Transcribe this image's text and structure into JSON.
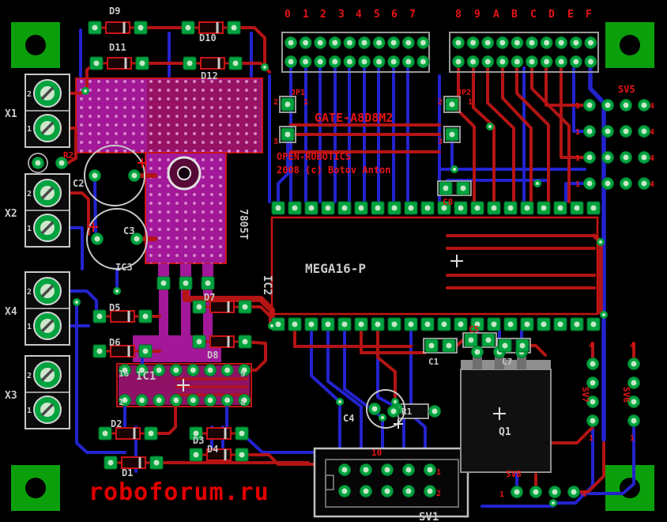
{
  "board": {
    "brand": "roboforum.ru",
    "credit1": "OPEN-ROBOTICS",
    "credit2": "2008 (c) Botov Anton",
    "gate": "GATE-A8D8M2"
  },
  "bus": {
    "low": [
      "0",
      "1",
      "2",
      "3",
      "4",
      "5",
      "6",
      "7"
    ],
    "high": [
      "8",
      "9",
      "A",
      "B",
      "C",
      "D",
      "E",
      "F"
    ]
  },
  "refs": {
    "d1": "D1",
    "d2": "D2",
    "d3": "D3",
    "d4": "D4",
    "d5": "D5",
    "d6": "D6",
    "d7": "D7",
    "d8": "D8",
    "d9": "D9",
    "d10": "D10",
    "d11": "D11",
    "d12": "D12",
    "x1": "X1",
    "x2": "X2",
    "x3": "X3",
    "x4": "X4",
    "c1": "C1",
    "c2": "C2",
    "c3": "C3",
    "c4": "C4",
    "c5": "C5",
    "c7": "C7",
    "c8": "C8",
    "r1": "R1",
    "r2": "R2",
    "q1": "Q1",
    "ic1": "IC1",
    "ic2": "IC2",
    "ic3": "IC3",
    "jp1": "JP1",
    "jp2": "JP2",
    "sv1": "SV1",
    "sv5": "SV5",
    "sv6": "SV6",
    "sv7": "SV7",
    "sv8": "SV8"
  },
  "values": {
    "ic2": "MEGA16-P",
    "ic3": "7805T"
  },
  "pins": {
    "p1": "1",
    "p2": "2",
    "p3": "3",
    "p4": "4",
    "p8": "8",
    "p9": "9",
    "p10": "10",
    "p16": "16"
  },
  "colors": {
    "background": "#000000",
    "top_copper": "#B41414",
    "bottom_copper": "#2323CE",
    "pad_green": "#00A33E",
    "corner_green": "#0BA00B",
    "silkscreen": "#C9C9C9",
    "text_red": "#E61414",
    "overlap_magenta": "#A21898"
  }
}
